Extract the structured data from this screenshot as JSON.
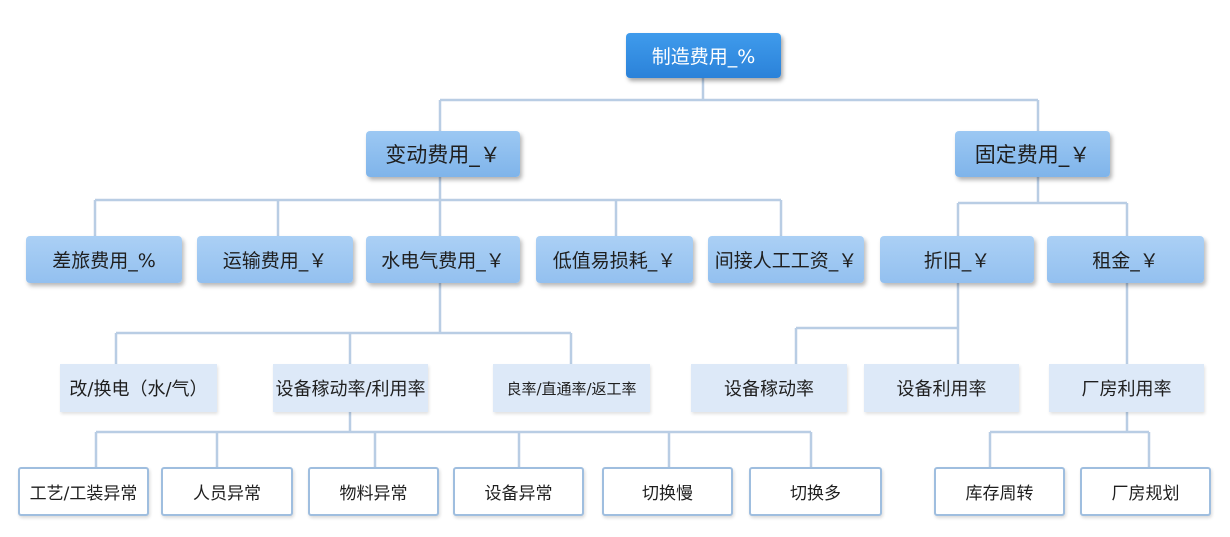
{
  "root": {
    "label": "制造费用_%"
  },
  "level1": {
    "variable": "变动费用_￥",
    "fixed": "固定费用_￥"
  },
  "level2": {
    "travel": "差旅费用_%",
    "transport": "运输费用_￥",
    "utilities": "水电气费用_￥",
    "consumables": "低值易损耗_￥",
    "indirect_labor": "间接人工工资_￥",
    "depreciation": "折旧_￥",
    "rent": "租金_￥"
  },
  "level3": {
    "switch_power": "改/换电（水/气）",
    "equipment_rates": "设备稼动率/利用率",
    "yield_rates": "良率/直通率/返工率",
    "equipment_availability": "设备稼动率",
    "equipment_utilization": "设备利用率",
    "plant_utilization": "厂房利用率"
  },
  "level4": {
    "process_anomaly": "工艺/工装异常",
    "staff_anomaly": "人员异常",
    "material_anomaly": "物料异常",
    "equipment_anomaly": "设备异常",
    "slow_changeover": "切换慢",
    "frequent_changeover": "切换多",
    "inventory_turnover": "库存周转",
    "plant_planning": "厂房规划"
  },
  "colors": {
    "root_fill": "#2b82d9",
    "level1_fill": "#7fb4ea",
    "level2_fill": "#93c0ef",
    "level3_fill": "#dde9f8",
    "level4_border": "#9fbedf",
    "connector": "#b9cde4"
  }
}
